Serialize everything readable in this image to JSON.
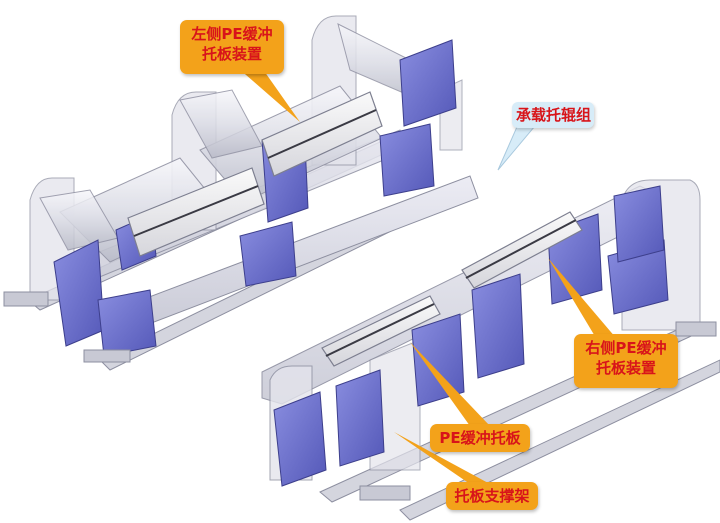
{
  "callouts": {
    "left_pe_buffer": {
      "line1": "左侧PE缓冲",
      "line2": "托板装置"
    },
    "carrying_idler_set": {
      "text": "承载托辊组"
    },
    "right_pe_buffer": {
      "line1": "右侧PE缓冲",
      "line2": "托板装置"
    },
    "pe_buffer_plate": {
      "text": "PE缓冲托板"
    },
    "plate_support_frame": {
      "text": "托板支撑架"
    }
  },
  "colors": {
    "callout_orange": "#f3a21a",
    "callout_blue": "#d7ecf8",
    "label_text_red": "#d8141a",
    "bracket_blue": "#6b6fd0",
    "frame_gray": "#d4d5de"
  }
}
